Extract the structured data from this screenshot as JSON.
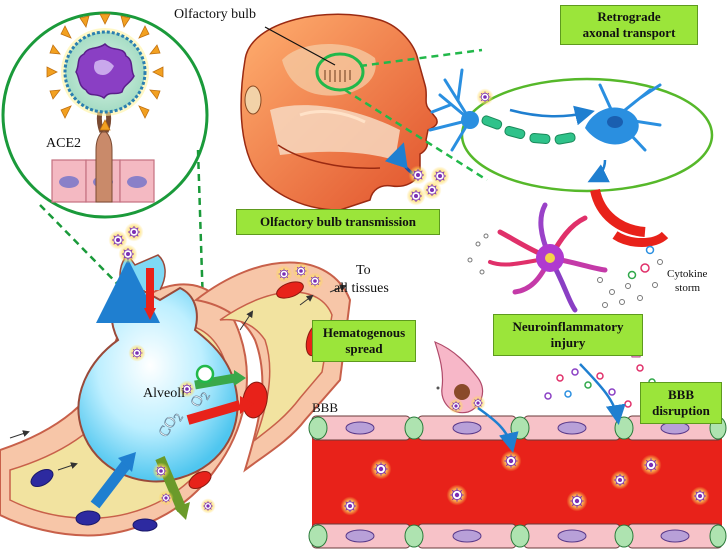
{
  "labels": {
    "olfactory_bulb": "Olfactory bulb",
    "ace2": "ACE2",
    "to_all_tissues_1": "To",
    "to_all_tissues_2": "all tissues",
    "alveoli": "Alveoli",
    "co2": "CO",
    "co2_sub": "2",
    "o2": "O",
    "o2_sub": "2",
    "cytokine_1": "Cytokine",
    "cytokine_2": "storm",
    "bbb": "BBB"
  },
  "boxes": {
    "retrograde_1": "Retrograde",
    "retrograde_2": "axonal transport",
    "olfactory_transmission": "Olfactory bulb transmission",
    "hematogenous_1": "Hematogenous",
    "hematogenous_2": "spread",
    "neuroinflammatory_1": "Neuroinflammatory",
    "neuroinflammatory_2": "injury",
    "bbb_disruption_1": "BBB",
    "bbb_disruption_2": "disruption"
  },
  "colors": {
    "label_box": "#9be53a",
    "vessel_red": "#e8221a",
    "callout_green": "#1a9a3a",
    "virus_purple": "#7a2fb4",
    "neuron_blue": "#2a8fe0",
    "alveolus_blue": "#7ed9f5"
  }
}
